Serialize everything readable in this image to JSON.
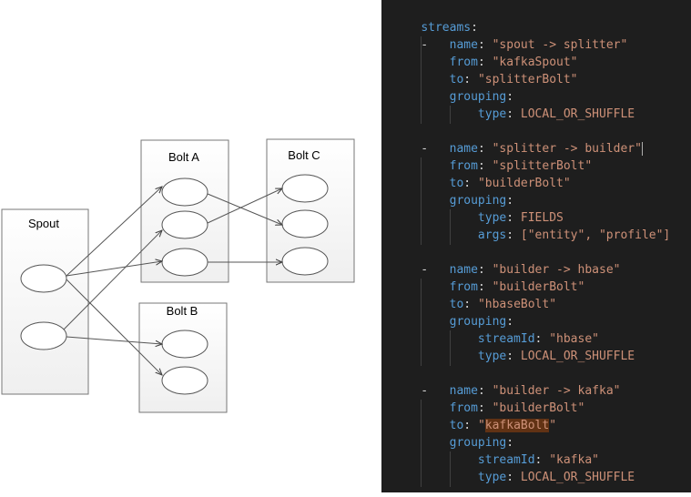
{
  "diagram": {
    "nodes": {
      "spout": "Spout",
      "bolt_a": "Bolt A",
      "bolt_b": "Bolt B",
      "bolt_c": "Bolt C"
    }
  },
  "editor": {
    "root_key": "streams",
    "streams": [
      {
        "name": "\"spout -> splitter\"",
        "from": "\"kafkaSpout\"",
        "to": "\"splitterBolt\"",
        "grouping": {
          "type": "LOCAL_OR_SHUFFLE"
        }
      },
      {
        "name": "\"splitter -> builder\"",
        "from": "\"splitterBolt\"",
        "to": "\"builderBolt\"",
        "grouping": {
          "type": "FIELDS",
          "args": "[\"entity\", \"profile\"]"
        }
      },
      {
        "name": "\"builder -> hbase\"",
        "from": "\"builderBolt\"",
        "to": "\"hbaseBolt\"",
        "grouping": {
          "streamId": "\"hbase\"",
          "type": "LOCAL_OR_SHUFFLE"
        }
      },
      {
        "name": "\"builder -> kafka\"",
        "from": "\"builderBolt\"",
        "to_prefix": "\"",
        "to_highlight": "kafkaBolt",
        "to_suffix": "\"",
        "grouping": {
          "streamId": "\"kafka\"",
          "type": "LOCAL_OR_SHUFFLE"
        }
      }
    ],
    "keys": {
      "name": "name",
      "from": "from",
      "to": "to",
      "grouping": "grouping",
      "type": "type",
      "args": "args",
      "streamId": "streamId"
    },
    "colors": {
      "background": "#1e1e1e",
      "key": "#569cd6",
      "string": "#ce9178",
      "punctuation": "#d4d4d4",
      "highlight": "#613214"
    }
  }
}
